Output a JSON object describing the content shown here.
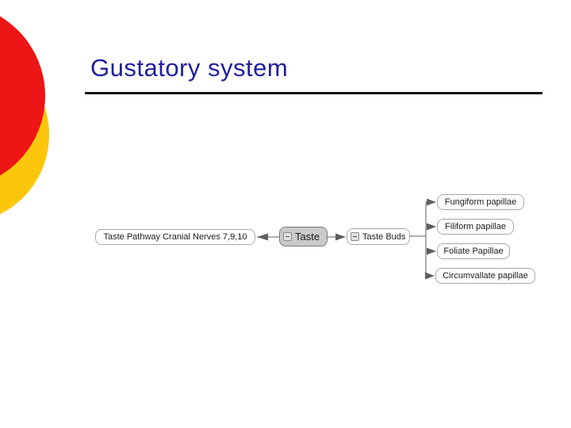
{
  "slide": {
    "title": "Gustatory system"
  },
  "diagram": {
    "left_node": {
      "label": "Taste Pathway Cranial Nerves 7,9,10"
    },
    "root_node": {
      "label": "Taste",
      "collapse_icon": "minus-box-icon"
    },
    "mid_node": {
      "label": "Taste Buds",
      "collapse_icon": "minus-box-icon"
    },
    "children": [
      {
        "label": "Fungiform papillae"
      },
      {
        "label": "Filiform papillae"
      },
      {
        "label": "Foliate Papillae"
      },
      {
        "label": "Circumvallate papillae"
      }
    ],
    "icons": {
      "collapse": "minus-box-icon",
      "arrow_left": "left-arrowhead-icon",
      "arrow_right": "right-arrowhead-icon"
    }
  },
  "theme": {
    "c-red": "#ED1515",
    "c-yellow": "#FCC60B",
    "c-title": "#1F1F9E",
    "c-underline": "#151515",
    "c-node-border": "#A8A8A8",
    "c-node-selected": "#C9C9C9",
    "c-line": "#949494",
    "c-arrow": "#5f5f5f",
    "c-text": "#1b1b1b"
  }
}
